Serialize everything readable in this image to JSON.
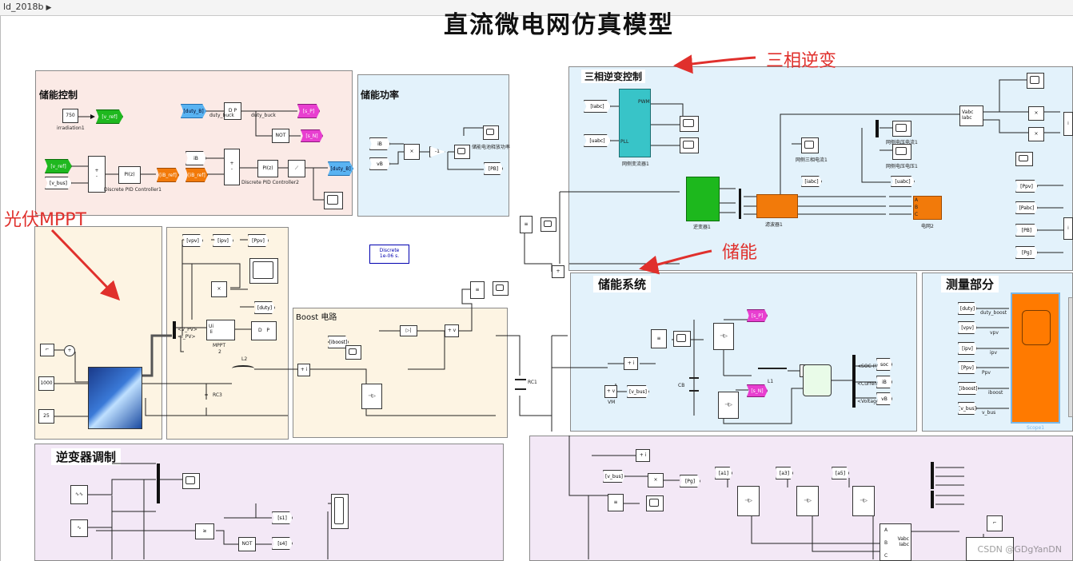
{
  "window": {
    "tab_label": "ld_2018b"
  },
  "diagram": {
    "title": "直流微电网仿真模型",
    "annotations": {
      "three_phase": "三相逆变",
      "pv_mppt": "光伏MPPT",
      "storage": "储能"
    },
    "regions": {
      "storage_control": "储能控制",
      "storage_power": "储能功率",
      "inverter_control": "三相逆变控制",
      "storage_system": "储能系统",
      "measurement": "测量部分",
      "boost": "Boost 电路",
      "inverter_modulation": "逆变器调制"
    },
    "blocks": {
      "irradiation_value": "750",
      "irradiation_label": "irradiation1",
      "v_ref": "[v_ref]",
      "v_bus": "[v_bus]",
      "pid1_core": "PI(z)",
      "pid1_label": "Discrete PID Controller1",
      "ib_ref_tag": "[iB_ref]",
      "duty_b_goto": "[duty_B]",
      "duty_buck": "duty_buck",
      "s_p_tag": "[s_P]",
      "s_n_tag": "[s_N]",
      "not_label": "NOT",
      "ib_from": "iB",
      "ib_ref_from": "[iB_ref]",
      "pid2_core": "PI(z)",
      "pid2_label": "Discrete PID Controller2",
      "duty_b_from": "[duty_B]",
      "power_ib": "iB",
      "power_vb": "vB",
      "power_out_label": "储能电池释放功率",
      "power_pb": "[PB]",
      "discrete_line1": "Discrete",
      "discrete_line2": "1e-06 s.",
      "vpv_tag": "[vpv]",
      "ipv_tag": "[ipv]",
      "ppv_tag": "[Ppv]",
      "duty_tag": "[duty]",
      "mppt_label": "MPPT",
      "mppt_sub": "2",
      "mppt_ports": "<V_PV>",
      "mppt_port2": "<I_PV>",
      "const1000": "1000",
      "const25": "25",
      "l2_label": "L2",
      "rc3_label": "RC3",
      "iboost_tag": "[iboost]",
      "rc1_label": "RC1",
      "iabc_tag": "[Iabc]",
      "uabc_tag": "[uabc]",
      "pll_label": "PLL",
      "pwm_label": "PWM",
      "converter_label": "网侧变流器1",
      "inverter_label": "逆变器1",
      "filter_label": "滤波器1",
      "grid_label": "电网2",
      "iabc_goto": "[iabc]",
      "grid_voltage_label": "网侧电压电流1",
      "grid_current_label": "网侧三相电流1",
      "grid_voltage2_label": "网侧电压电流1",
      "grid_voltage3_label": "网侧电压电压1",
      "vabc_label": "Vabc",
      "iabc_label": "Iabc",
      "ppv_from": "[Ppv]",
      "pabc_from": "[Pabc]",
      "pb_from": "[PB]",
      "pg_from": "[Pg]",
      "s_p_storage": "[s_P]",
      "s_n_storage": "[s_N]",
      "cb_label": "CB",
      "l1_label": "L1",
      "vm_label": "VM",
      "v_bus_goto": "[v_bus]",
      "soc_goto": "soc",
      "ib_goto": "iB",
      "vb_goto": "vB",
      "soc_label": "<SOC (%)>",
      "current_label": "<Current (A)>",
      "voltage_label": "<Voltage (V)>",
      "meas_duty": "[duty]",
      "meas_duty_label": "duty_boost",
      "meas_vpv": "[vpv]",
      "meas_vpv_label": "vpv",
      "meas_ipv": "[ipv]",
      "meas_ipv_label": "ipv",
      "meas_ppv": "[Ppv]",
      "meas_ppv_label": "Ppv",
      "meas_iboost": "[iboost]",
      "meas_iboost_label": "iboost",
      "meas_vbus": "[v_bus]",
      "meas_vbus_label": "v_bus",
      "scope1_label": "Scope1",
      "s1": "[s1]",
      "s4": "[s4]",
      "not2": "NOT",
      "inv_vbus": "[v_bus]",
      "inv_pg": "[Pg]",
      "a1": "[a1]",
      "a3": "[a3]",
      "a5": "[a5]",
      "port_a": "A",
      "port_b": "B",
      "port_c": "C"
    }
  },
  "watermark": "CSDN @GDgYanDN",
  "colors": {
    "pink_region": "#fbeae6",
    "blue_region": "#e3f2fb",
    "cream_region": "#fdf4e3",
    "lavender_region": "#f3e8f6",
    "scope_orange": "#ff7a00",
    "annotation_red": "#e0302c"
  }
}
